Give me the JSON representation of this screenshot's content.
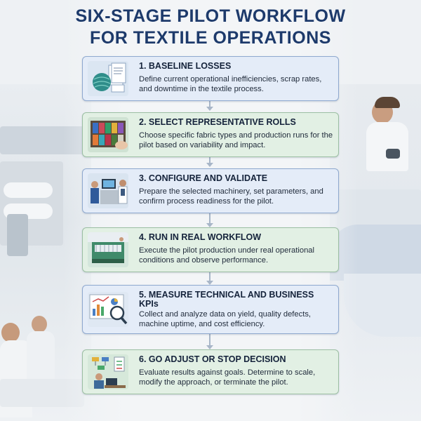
{
  "title": {
    "line1": "SIX-STAGE PILOT WORKFLOW",
    "line2": "FOR TEXTILE OPERATIONS"
  },
  "steps": [
    {
      "title": "1. BASELINE LOSSES",
      "description": "Define current operational inefficiencies, scrap rates, and downtime in the textile process.",
      "icon": "documents-and-yarn-icon"
    },
    {
      "title": "2. SELECT REPRESENTATIVE ROLLS",
      "description": "Choose specific fabric types and production runs for the pilot based on variability and impact.",
      "icon": "fabric-rolls-icon"
    },
    {
      "title": "3. CONFIGURE AND VALIDATE",
      "description": "Prepare the selected machinery, set parameters, and confirm process readiness for the pilot.",
      "icon": "engineers-at-console-icon"
    },
    {
      "title": "4. RUN IN REAL WORKFLOW",
      "description": "Execute the pilot production under real operational conditions and observe performance.",
      "icon": "loom-machine-icon"
    },
    {
      "title": "5. MEASURE TECHNICAL AND BUSINESS KPIs",
      "description": "Collect and analyze data on yield, quality defects, machine uptime, and cost efficiency.",
      "icon": "dashboard-magnifier-icon"
    },
    {
      "title": "6. GO ADJUST OR STOP DECISION",
      "description": "Evaluate results against goals. Determine to scale, modify the approach, or terminate the pilot.",
      "icon": "decision-flowchart-icon"
    }
  ],
  "colors": {
    "title": "#1d3a6b",
    "card_blue": "#e4ecf8",
    "card_green": "#e2f0e4",
    "border": "#8fa9cf"
  }
}
